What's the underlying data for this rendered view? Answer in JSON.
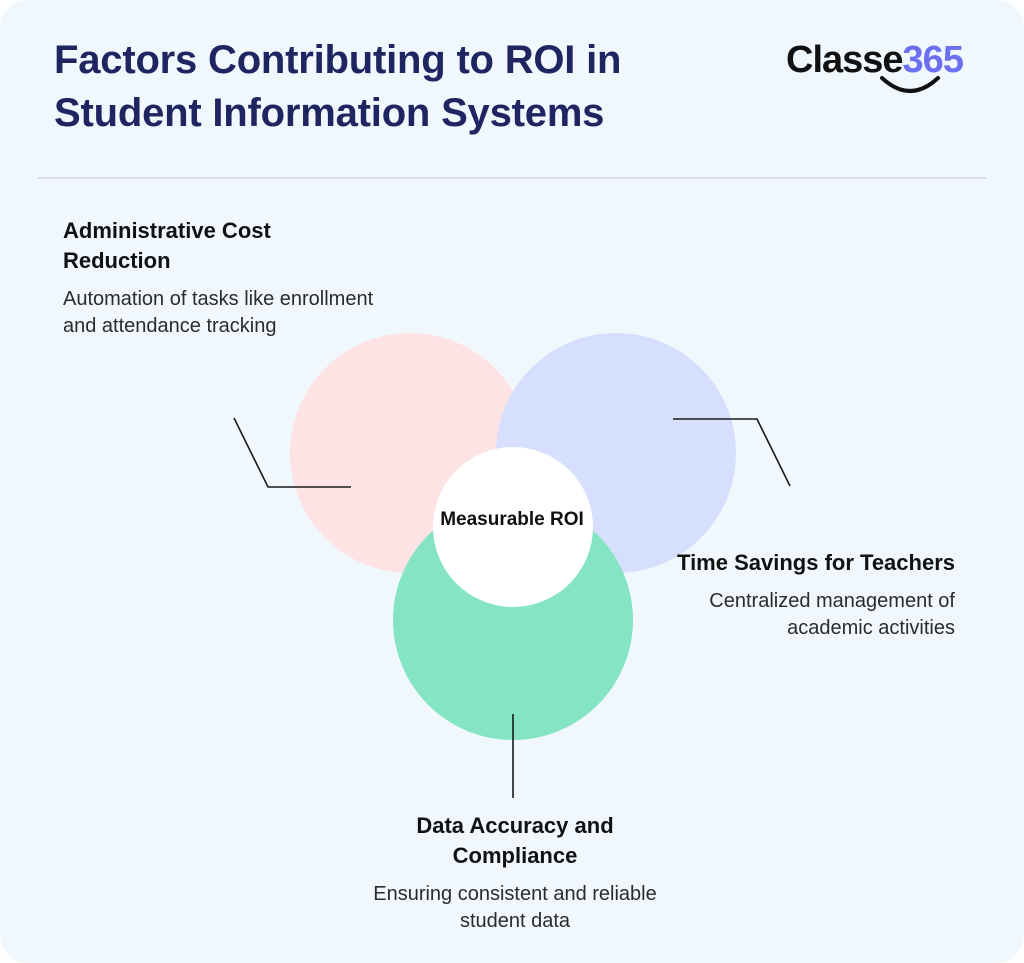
{
  "title": "Factors Contributing to ROI in Student Information Systems",
  "logo": {
    "text": "Classe",
    "number": "365"
  },
  "center": {
    "label": "Measurable ROI"
  },
  "factors": [
    {
      "heading": "Administrative Cost Reduction",
      "description": "Automation of tasks like enrollment and attendance tracking",
      "color": "#fde3e3"
    },
    {
      "heading": "Time Savings for Teachers",
      "description": "Centralized management of academic activities",
      "color": "#d6dffd"
    },
    {
      "heading": "Data Accuracy and Compliance",
      "description": "Ensuring consistent and reliable student data",
      "color": "#84e4c4"
    }
  ],
  "colors": {
    "background": "#f1f8fd",
    "title": "#1e2560",
    "accent": "#6b6ff0"
  }
}
